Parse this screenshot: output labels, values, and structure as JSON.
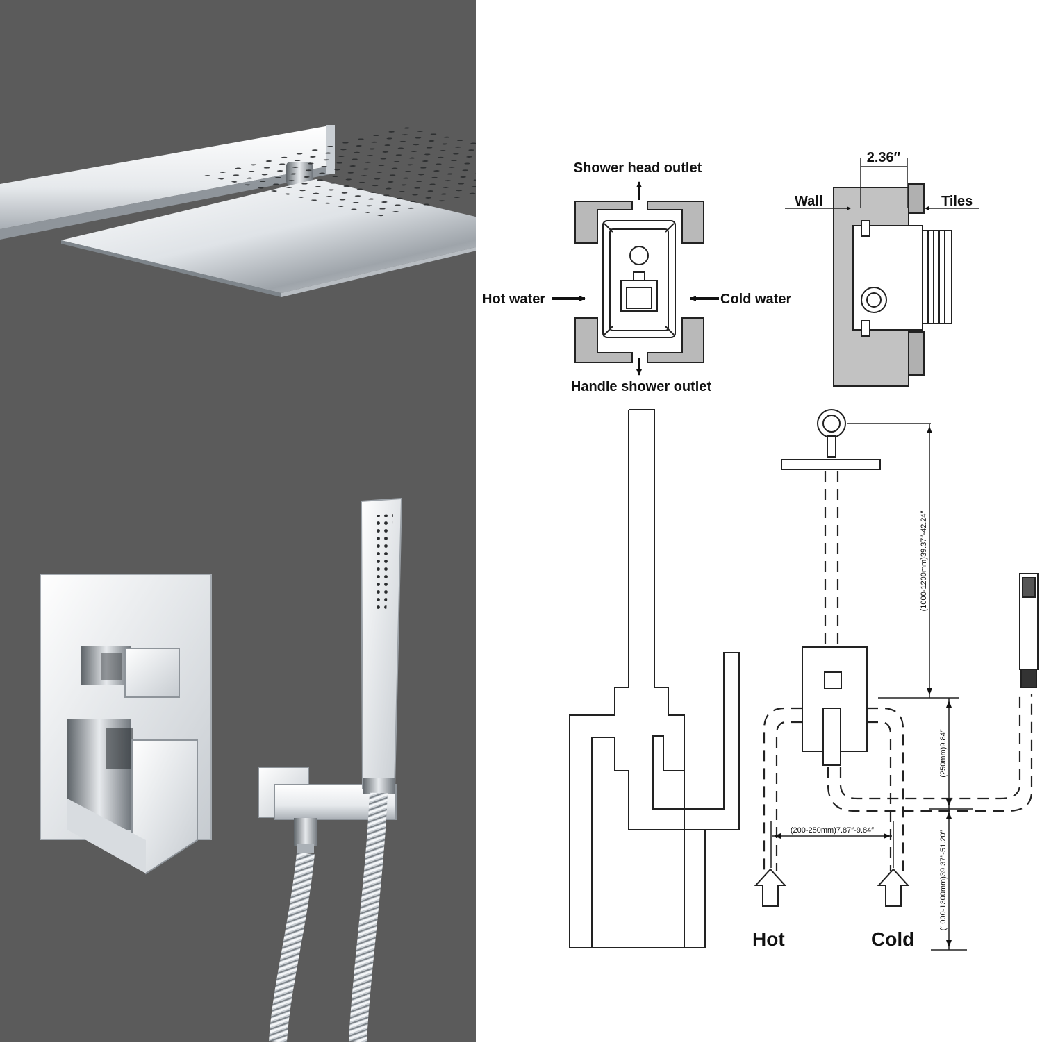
{
  "colors": {
    "wall": "#5b5b5b",
    "chrome": "#e9ecef",
    "chrome_dark": "#8e949a",
    "line": "#1a1a1a",
    "block_gray": "#b9b9b9"
  },
  "valve_front": {
    "top_label": "Shower head outlet",
    "bottom_label": "Handle shower outlet",
    "left_label": "Hot water",
    "right_label": "Cold water"
  },
  "valve_side": {
    "width_label": "2.36″",
    "wall_label": "Wall",
    "tiles_label": "Tiles"
  },
  "installation": {
    "hot_label": "Hot",
    "cold_label": "Cold",
    "dim_head_height": "(1000-1200mm)39.37″-42.24″",
    "dim_valve_offset": "(250mm)9.84″",
    "dim_floor_height": "(1000-1300mm)39.37″-51.20″",
    "dim_inlet_spacing": "(200-250mm)7.87″-9.84″"
  }
}
